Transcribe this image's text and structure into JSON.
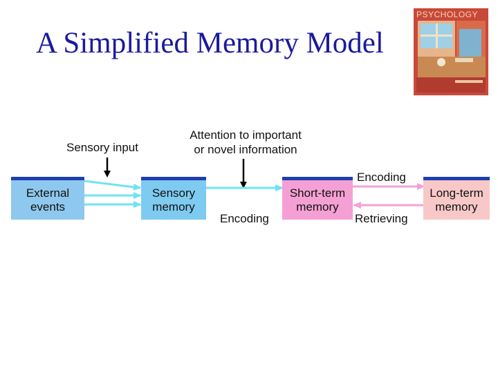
{
  "title": "A Simplified Memory Model",
  "cover": {
    "text": "PSYCHOLOGY"
  },
  "labels": {
    "sensory_input": "Sensory input",
    "attention_line1": "Attention to important",
    "attention_line2": "or novel information",
    "encoding_lower": "Encoding",
    "encoding_upper": "Encoding",
    "retrieving": "Retrieving"
  },
  "boxes": {
    "external": {
      "text": "External\nevents"
    },
    "sensory": {
      "text": "Sensory\nmemory"
    },
    "short_term": {
      "text": "Short-term\nmemory"
    },
    "long_term": {
      "text": "Long-term\nmemory"
    }
  },
  "colors": {
    "title": "#1a1a9c",
    "box_external": "#8fc8ee",
    "box_sensory": "#7fcaf0",
    "box_short_term": "#f5a0d4",
    "box_long_term": "#f8c8c8",
    "box_border": "#1f3fb0",
    "arrow_cyan": "#6fe3f3",
    "arrow_pink": "#f5a0d6"
  }
}
